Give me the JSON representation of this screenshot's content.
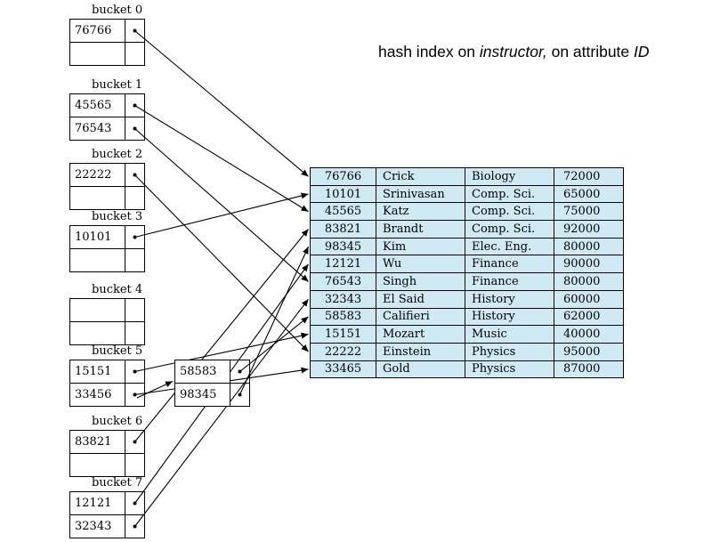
{
  "title": {
    "part1": "hash index on ",
    "part2": "instructor,",
    "part3": " on attribute ",
    "part4": "ID"
  },
  "buckets": [
    {
      "label": "bucket 0",
      "entries": [
        "76766",
        ""
      ]
    },
    {
      "label": "bucket 1",
      "entries": [
        "45565",
        "76543"
      ]
    },
    {
      "label": "bucket 2",
      "entries": [
        "22222",
        ""
      ]
    },
    {
      "label": "bucket 3",
      "entries": [
        "10101",
        ""
      ]
    },
    {
      "label": "bucket 4",
      "entries": [
        "",
        ""
      ]
    },
    {
      "label": "bucket 5",
      "entries": [
        "15151",
        "33456"
      ]
    },
    {
      "label": "bucket 6",
      "entries": [
        "83821",
        ""
      ]
    },
    {
      "label": "bucket 7",
      "entries": [
        "12121",
        "32343"
      ]
    }
  ],
  "overflow_bucket": {
    "entries": [
      "58583",
      "98345"
    ]
  },
  "table": {
    "rows": [
      [
        "76766",
        "Crick",
        "Biology",
        "72000"
      ],
      [
        "10101",
        "Srinivasan",
        "Comp. Sci.",
        "65000"
      ],
      [
        "45565",
        "Katz",
        "Comp. Sci.",
        "75000"
      ],
      [
        "83821",
        "Brandt",
        "Comp. Sci.",
        "92000"
      ],
      [
        "98345",
        "Kim",
        "Elec. Eng.",
        "80000"
      ],
      [
        "12121",
        "Wu",
        "Finance",
        "90000"
      ],
      [
        "76543",
        "Singh",
        "Finance",
        "80000"
      ],
      [
        "32343",
        "El Said",
        "History",
        "60000"
      ],
      [
        "58583",
        "Califieri",
        "History",
        "62000"
      ],
      [
        "15151",
        "Mozart",
        "Music",
        "40000"
      ],
      [
        "22222",
        "Einstein",
        "Physics",
        "95000"
      ],
      [
        "33465",
        "Gold",
        "Physics",
        "87000"
      ]
    ]
  },
  "links": [
    {
      "from_key": "76766",
      "to_id": "76766"
    },
    {
      "from_key": "45565",
      "to_id": "45565"
    },
    {
      "from_key": "76543",
      "to_id": "76543"
    },
    {
      "from_key": "22222",
      "to_id": "22222"
    },
    {
      "from_key": "10101",
      "to_id": "10101"
    },
    {
      "from_key": "15151",
      "to_id": "15151"
    },
    {
      "from_key": "33456",
      "to_id": "33465"
    },
    {
      "from_key": "83821",
      "to_id": "83821"
    },
    {
      "from_key": "12121",
      "to_id": "12121"
    },
    {
      "from_key": "32343",
      "to_id": "32343"
    },
    {
      "from_key": "58583",
      "to_id": "58583"
    },
    {
      "from_key": "98345",
      "to_id": "98345"
    }
  ],
  "overflow_link": {
    "from_bucket": "bucket 5",
    "to": "overflow-bucket"
  },
  "colors": {
    "table_row_bg": "#cfe9f5",
    "line_color": "#000000"
  }
}
